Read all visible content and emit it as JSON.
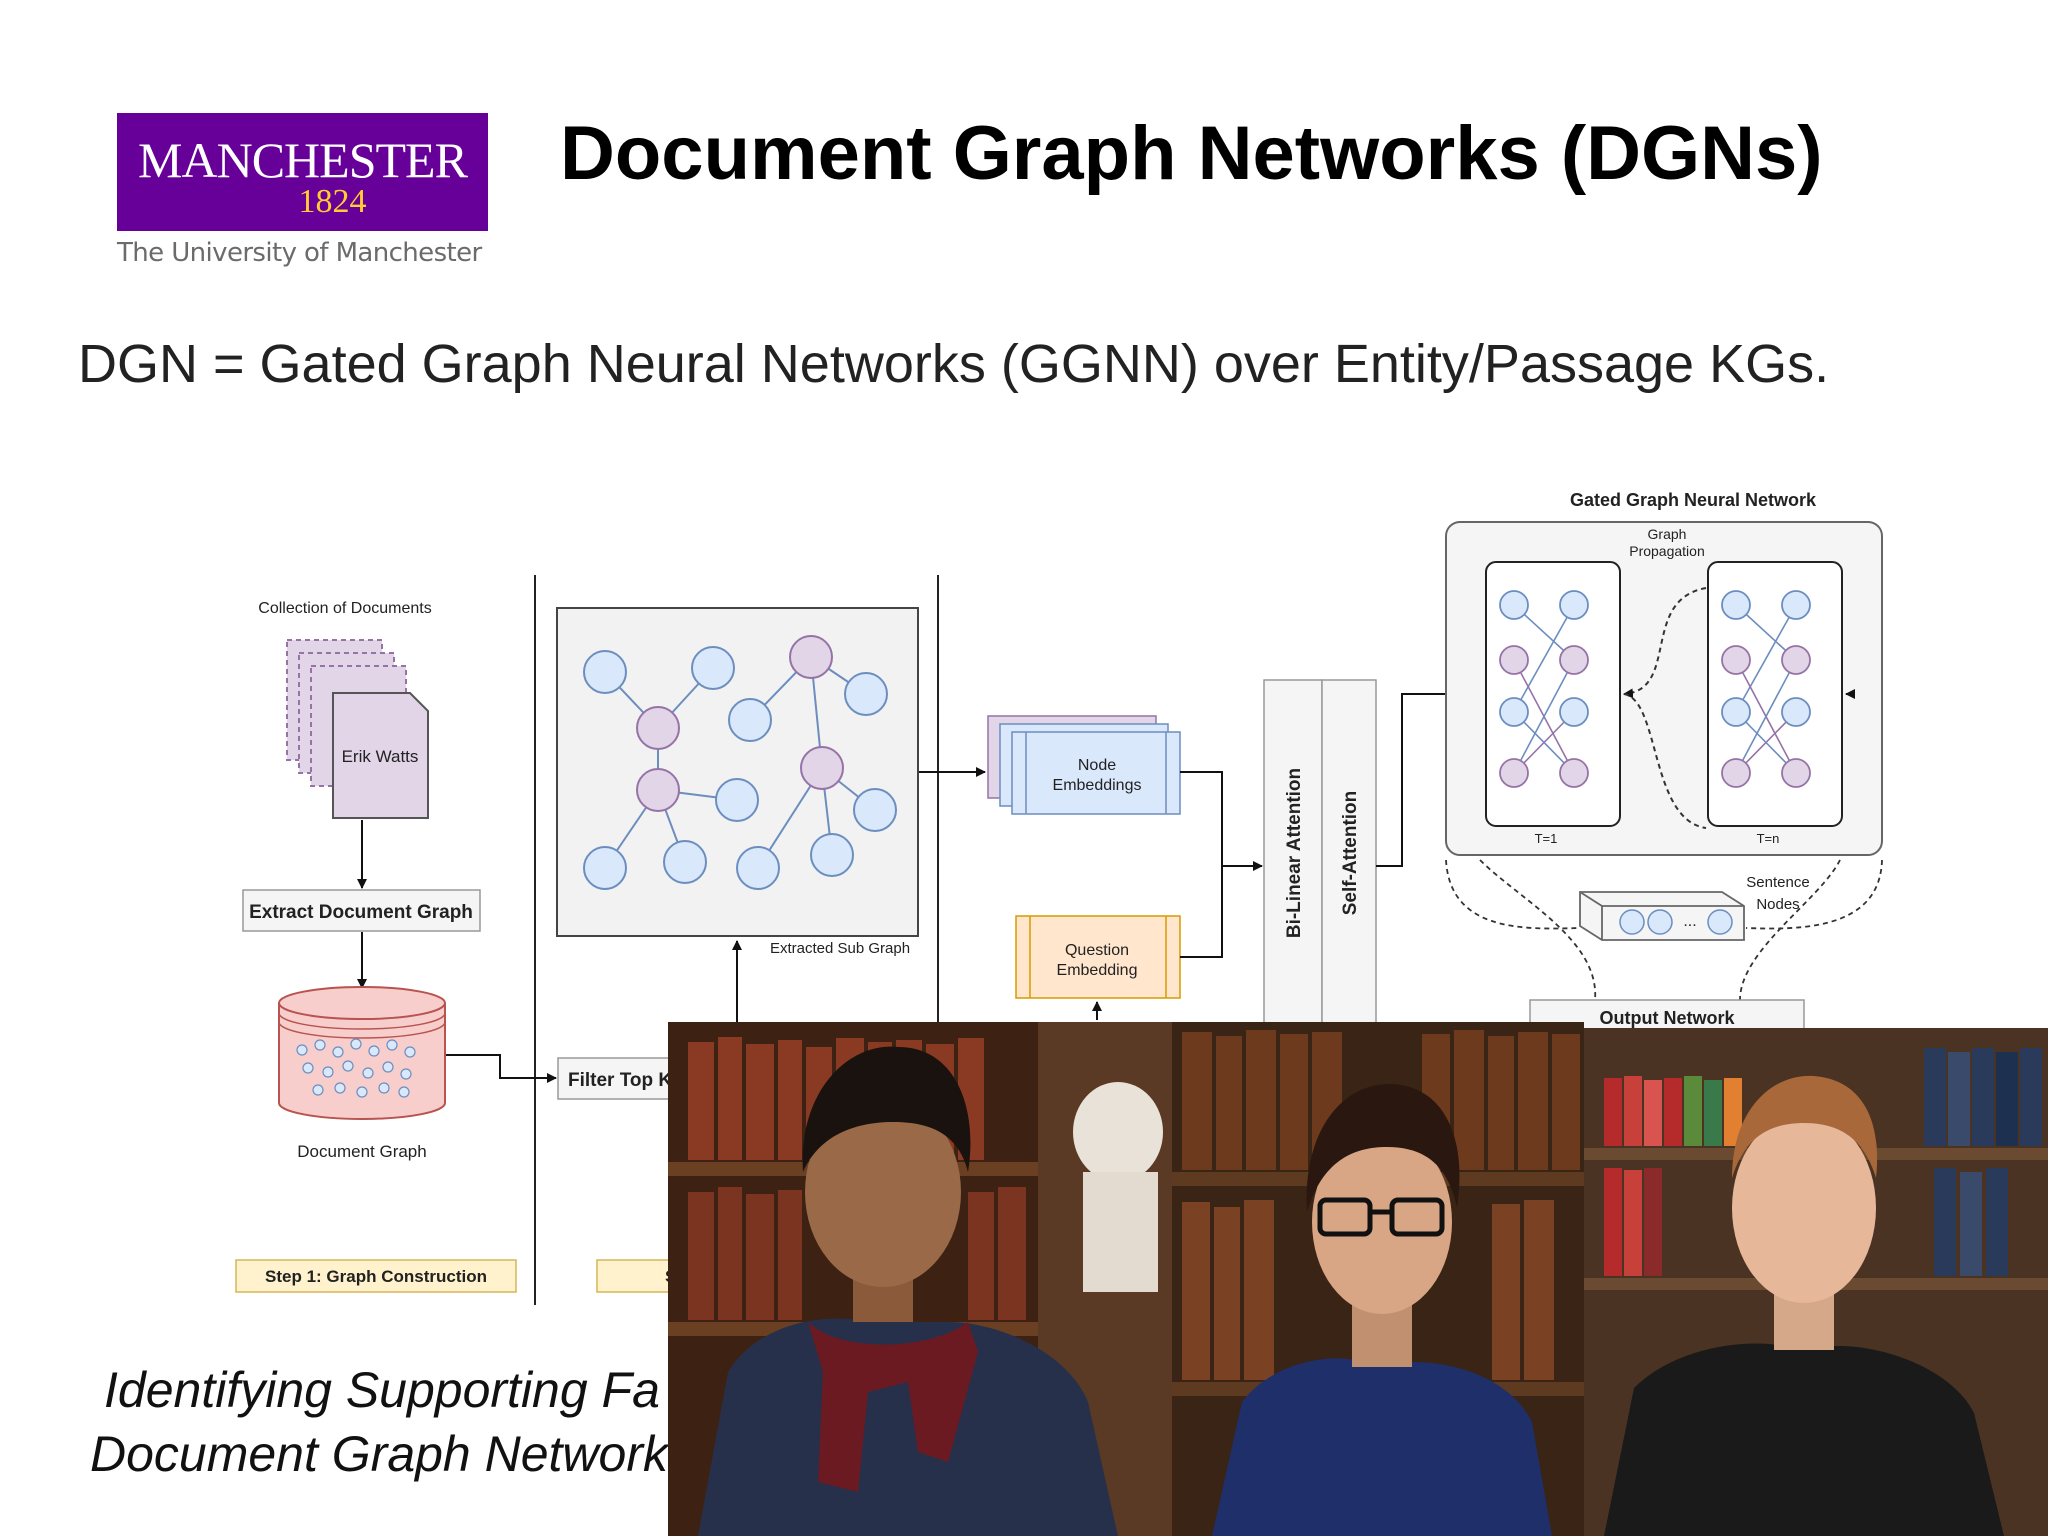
{
  "logo": {
    "word": "MANCHESTER",
    "year": "1824",
    "subtitle": "The University of Manchester",
    "colors": {
      "purple": "#660099",
      "gold": "#ffcc33"
    }
  },
  "title": "Document Graph Networks (DGNs)",
  "subtitle": "DGN = Gated Graph Neural Networks (GGNN) over Entity/Passage KGs.",
  "figure": {
    "collection_label": "Collection of Documents",
    "doc_label": "Erik Watts",
    "extract_label": "Extract Document Graph",
    "doc_graph_label": "Document Graph",
    "filter_label": "Filter Top K",
    "subgraph_label": "Extracted Sub Graph",
    "node_emb_line1": "Node",
    "node_emb_line2": "Embeddings",
    "question_line1": "Question",
    "question_line2": "Embedding",
    "bilinear_label": "Bi-Linear Attention",
    "self_attention_label": "Self-Attention",
    "ggnn_title": "Gated Graph Neural Network",
    "graph_prop_line1": "Graph",
    "graph_prop_line2": "Propagation",
    "t1_label": "T=1",
    "tn_label": "T=n",
    "sentence_line1": "Sentence",
    "sentence_line2": "Nodes",
    "output_label": "Output Network",
    "step1_label": "Step 1: Graph Construction",
    "step2_label": "S",
    "colors": {
      "purple_node": "#e1d5e7",
      "blue_node": "#dae8fc",
      "orange_box": "#ffe6cc",
      "yellow_step": "#fff2cc"
    }
  },
  "citation": {
    "line1": "Identifying Supporting Fa",
    "line2": "Document Graph Network"
  }
}
